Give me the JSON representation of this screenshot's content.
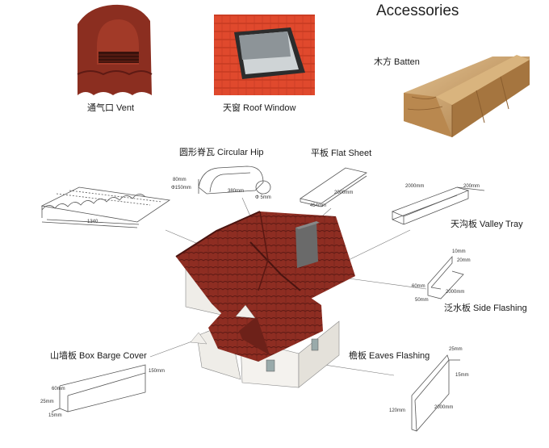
{
  "title": "Accessories",
  "items": {
    "vent": "通气口 Vent",
    "roof_window": "天窗 Roof Window",
    "batten": "木方 Batten",
    "circular_hip": "圆形脊瓦 Circular Hip",
    "flat_sheet": "平板 Flat Sheet",
    "valley_tray": "天沟板 Valley Tray",
    "side_flashing": "泛水板 Side Flashing",
    "box_barge": "山墙板 Box Barge Cover",
    "eaves_flashing": "檐板 Eaves Flashing"
  },
  "dims": {
    "tile_width": "1340",
    "hip_h": "80mm",
    "hip_d": "Φ150mm",
    "hip_len": "380mm",
    "hip_small": "Φ 5mm",
    "flat_w": "454mm",
    "flat_len": "2000mm",
    "valley_len": "2000mm",
    "valley_w": "200mm",
    "side_10": "10mm",
    "side_20": "20mm",
    "side_60": "60mm",
    "side_len": "2000mm",
    "side_50": "50mm",
    "barge_60": "60mm",
    "barge_25": "25mm",
    "barge_15": "15mm",
    "barge_150": "150mm",
    "eaves_25": "25mm",
    "eaves_15": "15mm",
    "eaves_120": "120mm",
    "eaves_len": "2000mm"
  },
  "colors": {
    "tile_red": "#8e2d22",
    "tile_dark": "#5e1a14",
    "wood": "#c9a06a",
    "wall": "#f2f0ec",
    "line": "#555555"
  }
}
